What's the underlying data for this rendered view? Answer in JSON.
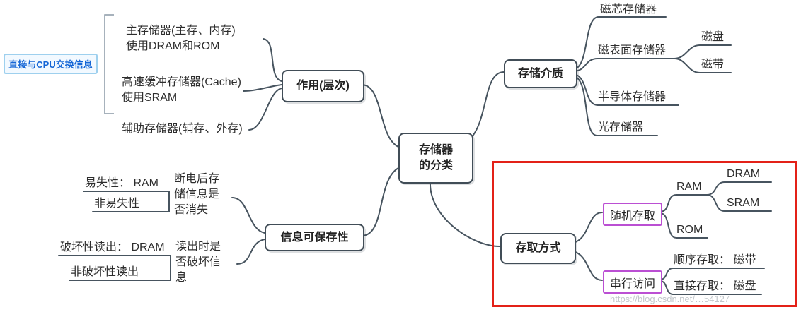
{
  "central": {
    "label": "存储器\n的分类"
  },
  "left_top": {
    "branch": "作用(层次)",
    "bracket_label": "直接与CPU交换信息",
    "item1": "主存储器(主存、内存)\n使用DRAM和ROM",
    "item2": "高速缓冲存储器(Cache)\n使用SRAM",
    "item3": "辅助存储器(辅存、外存)"
  },
  "right_top": {
    "branch": "存储介质",
    "item1": "磁芯存储器",
    "item2": "磁表面存储器",
    "item2_child1": "磁盘",
    "item2_child2": "磁带",
    "item3": "半导体存储器",
    "item4": "光存储器"
  },
  "left_bottom": {
    "branch": "信息可保存性",
    "groupA_item1": "易失性： RAM",
    "groupA_item2": "非易失性",
    "groupA_note": "断电后存\n储信息是\n否消失",
    "groupB_item1": "破坏性读出： DRAM",
    "groupB_item2": "非破坏性读出",
    "groupB_note": "读出时是\n否破坏信\n息"
  },
  "right_bottom": {
    "branch": "存取方式",
    "random": "随机存取",
    "serial": "串行访问",
    "ram": "RAM",
    "rom": "ROM",
    "dram": "DRAM",
    "sram": "SRAM",
    "sequential": "顺序存取： 磁带",
    "direct": "直接存取： 磁盘"
  },
  "watermark": "https://blog.csdn.net/…54127",
  "colors": {
    "connector": "#47545f",
    "highlight_red": "#e32118",
    "highlight_purple": "#bb4fd3",
    "label_blue": "#1566d6"
  }
}
